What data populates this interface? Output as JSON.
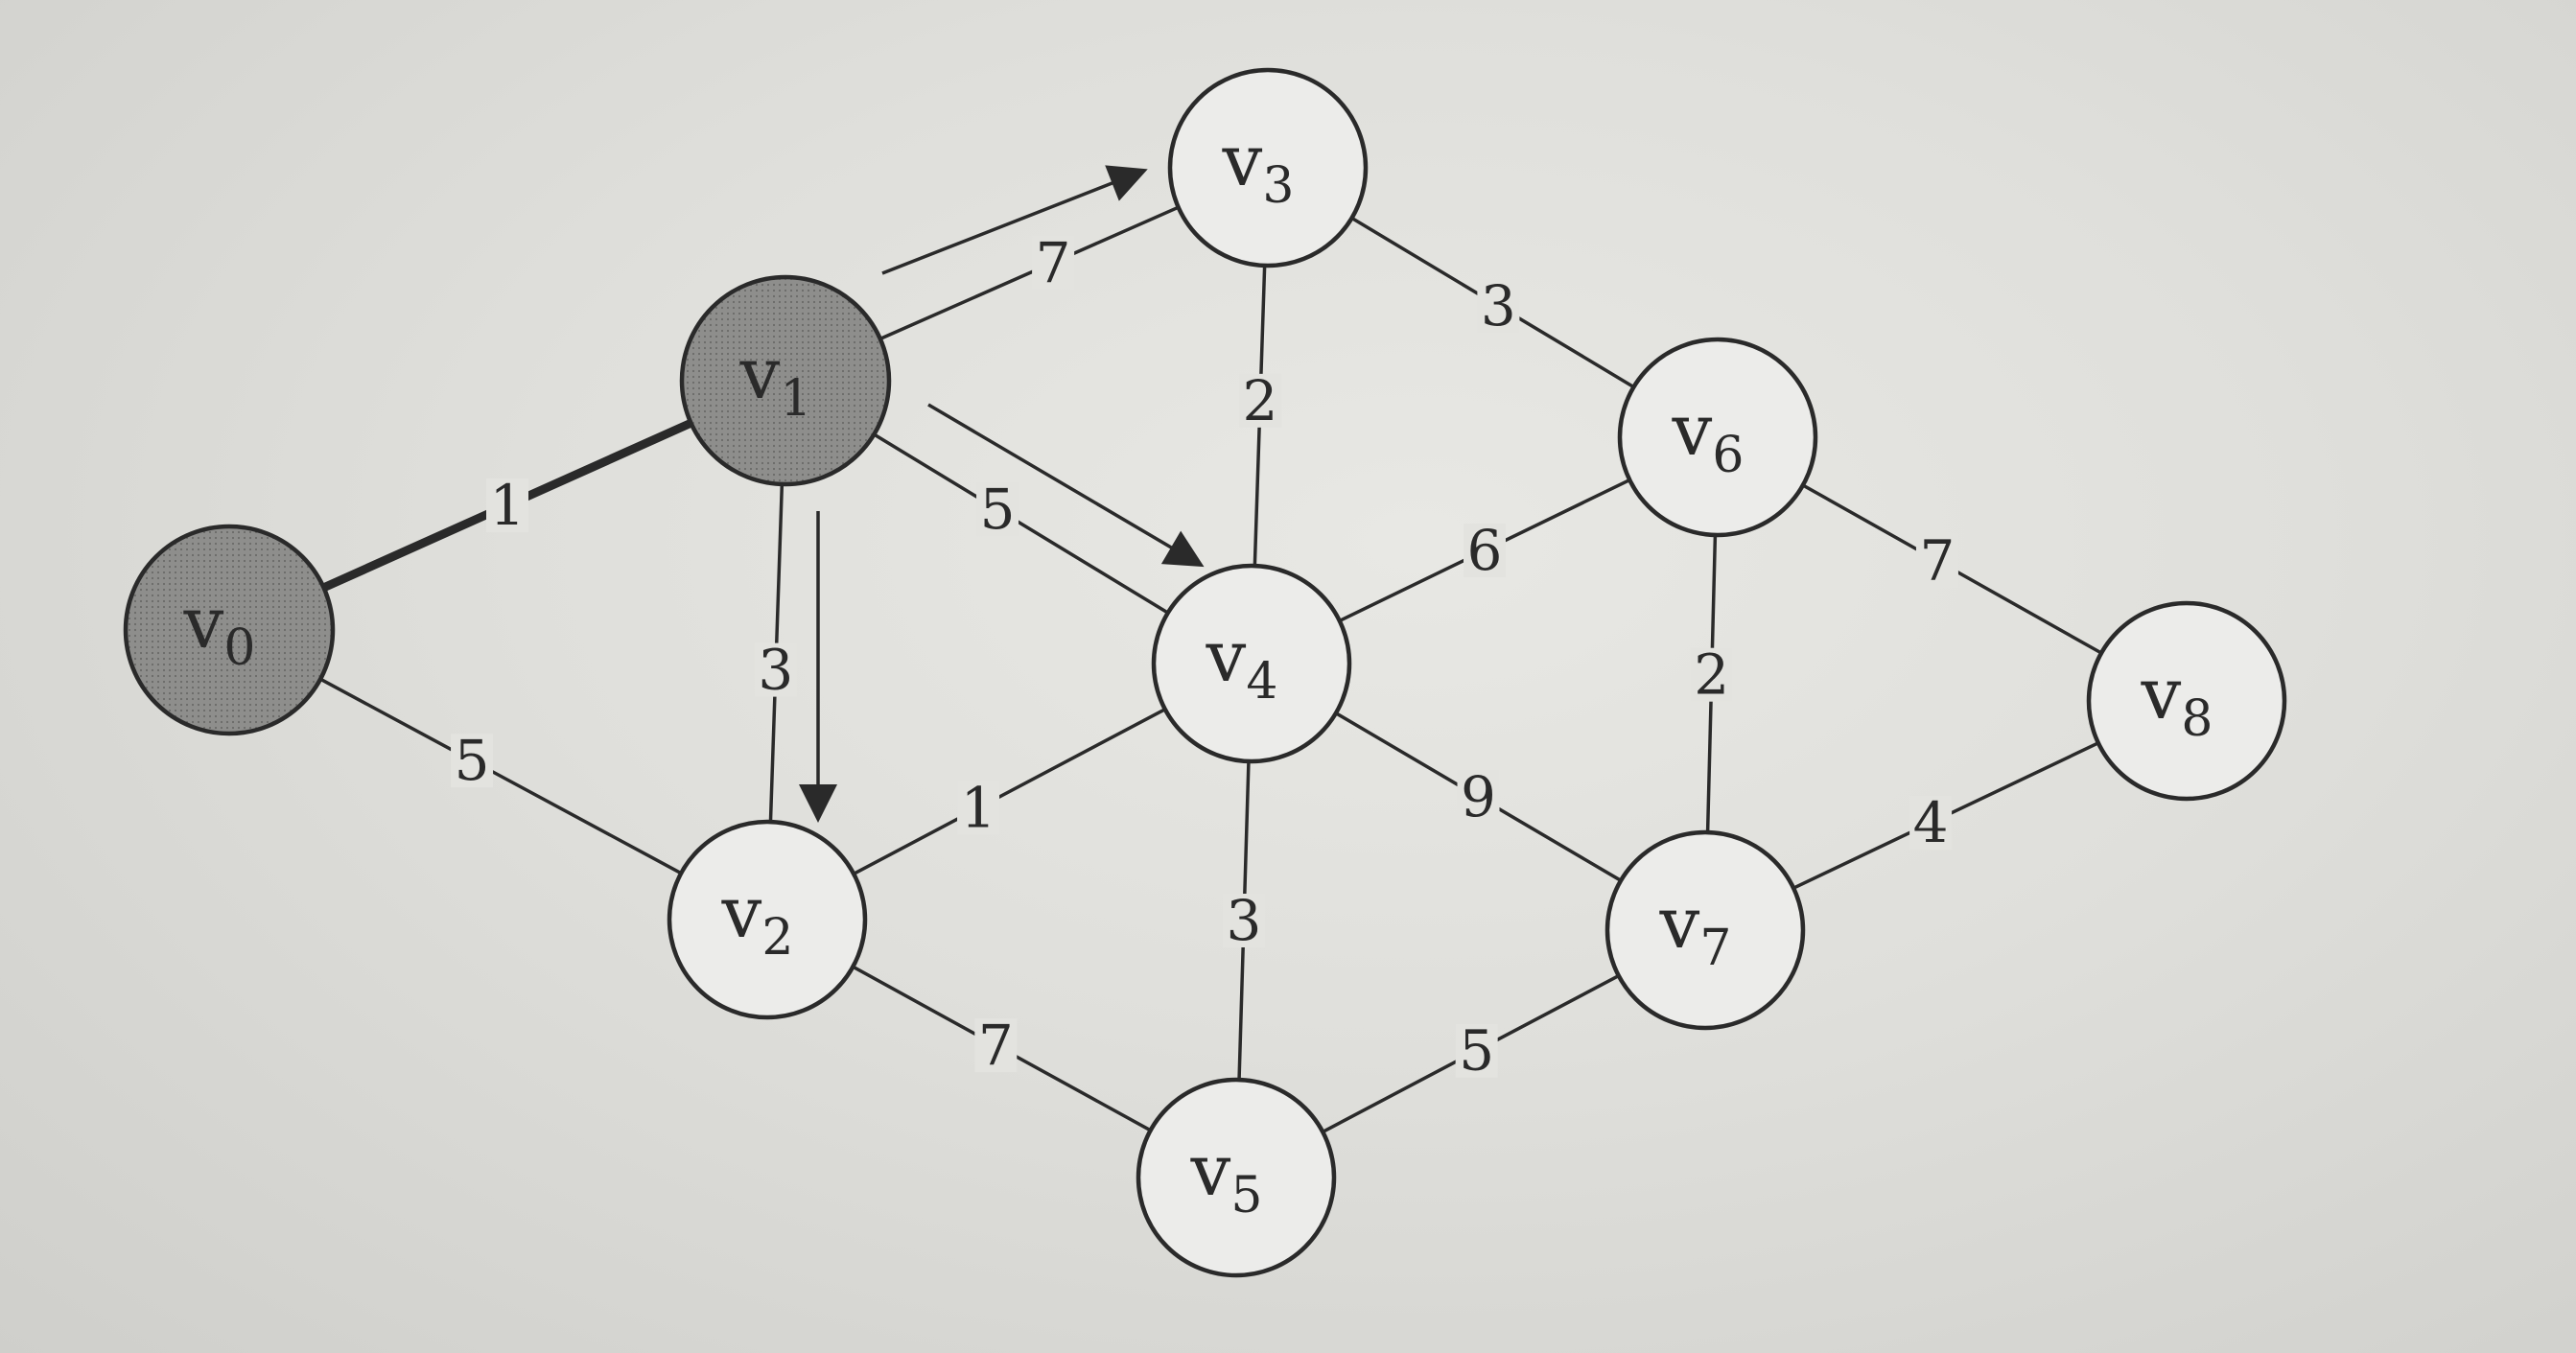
{
  "diagram": {
    "colors": {
      "background": "#dedeDa",
      "ink": "#2a2a2a",
      "visited_node_fill": "#8c8c8a",
      "normal_node_fill": "#ececea"
    },
    "nodes": [
      {
        "id": "v0",
        "label": "v",
        "sub": "0",
        "visited": true
      },
      {
        "id": "v1",
        "label": "v",
        "sub": "1",
        "visited": true
      },
      {
        "id": "v2",
        "label": "v",
        "sub": "2",
        "visited": false
      },
      {
        "id": "v3",
        "label": "v",
        "sub": "3",
        "visited": false
      },
      {
        "id": "v4",
        "label": "v",
        "sub": "4",
        "visited": false
      },
      {
        "id": "v5",
        "label": "v",
        "sub": "5",
        "visited": false
      },
      {
        "id": "v6",
        "label": "v",
        "sub": "6",
        "visited": false
      },
      {
        "id": "v7",
        "label": "v",
        "sub": "7",
        "visited": false
      },
      {
        "id": "v8",
        "label": "v",
        "sub": "8",
        "visited": false
      }
    ],
    "edges": [
      {
        "from": "v0",
        "to": "v1",
        "weight": "1",
        "bold": true
      },
      {
        "from": "v0",
        "to": "v2",
        "weight": "5",
        "bold": false
      },
      {
        "from": "v1",
        "to": "v3",
        "weight": "7",
        "bold": false
      },
      {
        "from": "v1",
        "to": "v4",
        "weight": "5",
        "bold": false
      },
      {
        "from": "v1",
        "to": "v2",
        "weight": "3",
        "bold": false
      },
      {
        "from": "v2",
        "to": "v4",
        "weight": "1",
        "bold": false
      },
      {
        "from": "v2",
        "to": "v5",
        "weight": "7",
        "bold": false
      },
      {
        "from": "v3",
        "to": "v4",
        "weight": "2",
        "bold": false
      },
      {
        "from": "v3",
        "to": "v6",
        "weight": "3",
        "bold": false
      },
      {
        "from": "v4",
        "to": "v6",
        "weight": "6",
        "bold": false
      },
      {
        "from": "v4",
        "to": "v5",
        "weight": "3",
        "bold": false
      },
      {
        "from": "v4",
        "to": "v7",
        "weight": "9",
        "bold": false
      },
      {
        "from": "v5",
        "to": "v7",
        "weight": "5",
        "bold": false
      },
      {
        "from": "v6",
        "to": "v7",
        "weight": "2",
        "bold": false
      },
      {
        "from": "v6",
        "to": "v8",
        "weight": "7",
        "bold": false
      },
      {
        "from": "v7",
        "to": "v8",
        "weight": "4",
        "bold": false
      }
    ],
    "arrows": [
      {
        "from": "v1",
        "to": "v3"
      },
      {
        "from": "v1",
        "to": "v4"
      },
      {
        "from": "v1",
        "to": "v2"
      }
    ]
  }
}
